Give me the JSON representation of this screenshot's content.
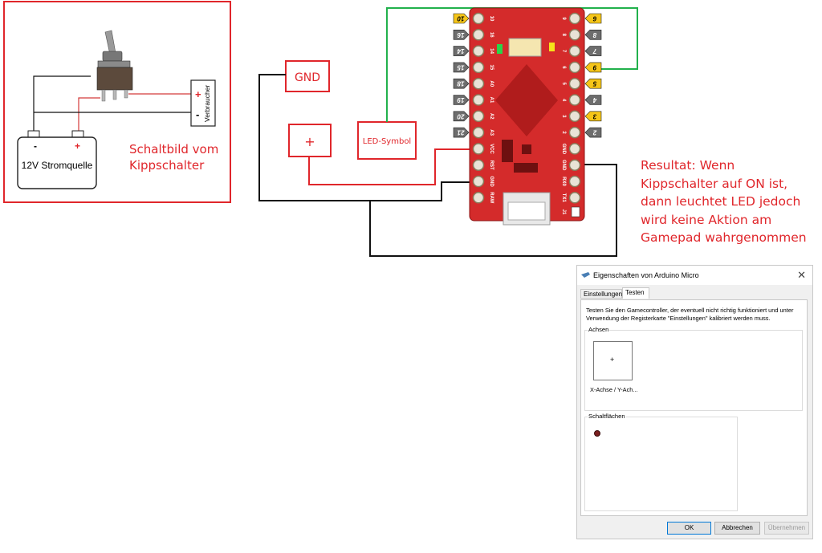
{
  "schematic": {
    "battery_label": "12V Stromquelle",
    "battery_minus": "-",
    "battery_plus": "+",
    "consumer_label": "Verbraucher",
    "consumer_plus": "+",
    "consumer_minus": "-",
    "caption": "Schaltbild vom Kippschalter"
  },
  "boxes": {
    "gnd": "GND",
    "plus": "+",
    "led": "LED-Symbol"
  },
  "board": {
    "left_pins": [
      "10",
      "16",
      "14",
      "15",
      "A0",
      "A1",
      "A2",
      "A3",
      "VCC",
      "RST",
      "GND",
      "RAW"
    ],
    "right_pins": [
      "9",
      "8",
      "7",
      "6",
      "5",
      "4",
      "3",
      "2",
      "GND",
      "GND",
      "RX0",
      "TX1"
    ],
    "left_tags": [
      "10",
      "16",
      "14",
      "15",
      "18",
      "19",
      "20",
      "21"
    ],
    "right_tags": [
      "6",
      "8",
      "7",
      "9",
      "5",
      "4",
      "3",
      "2"
    ],
    "j1": "J1"
  },
  "result_text": "Resultat: Wenn Kippschalter auf ON ist, dann leuchtet LED jedoch wird keine Aktion am Gamepad wahrgenommen",
  "dialog": {
    "title": "Eigenschaften von Arduino Micro",
    "close_glyph": "✕",
    "tabs": [
      "Einstellungen",
      "Testen"
    ],
    "description": "Testen Sie den Gamecontroller, der eventuell nicht richtig funktioniert und unter Verwendung der Registerkarte \"Einstellungen\" kalibriert werden muss.",
    "axes_group": "Achsen",
    "axis_label": "X-Achse / Y-Ach...",
    "buttons_group": "Schaltflächen",
    "ok": "OK",
    "cancel": "Abbrechen",
    "apply": "Übernehmen"
  },
  "colors": {
    "red": "#e0262b",
    "board_red": "#d42b2b",
    "wire_green": "#22b14c",
    "tag_yellow": "#f5c518",
    "tag_gray": "#6d6d6d"
  }
}
